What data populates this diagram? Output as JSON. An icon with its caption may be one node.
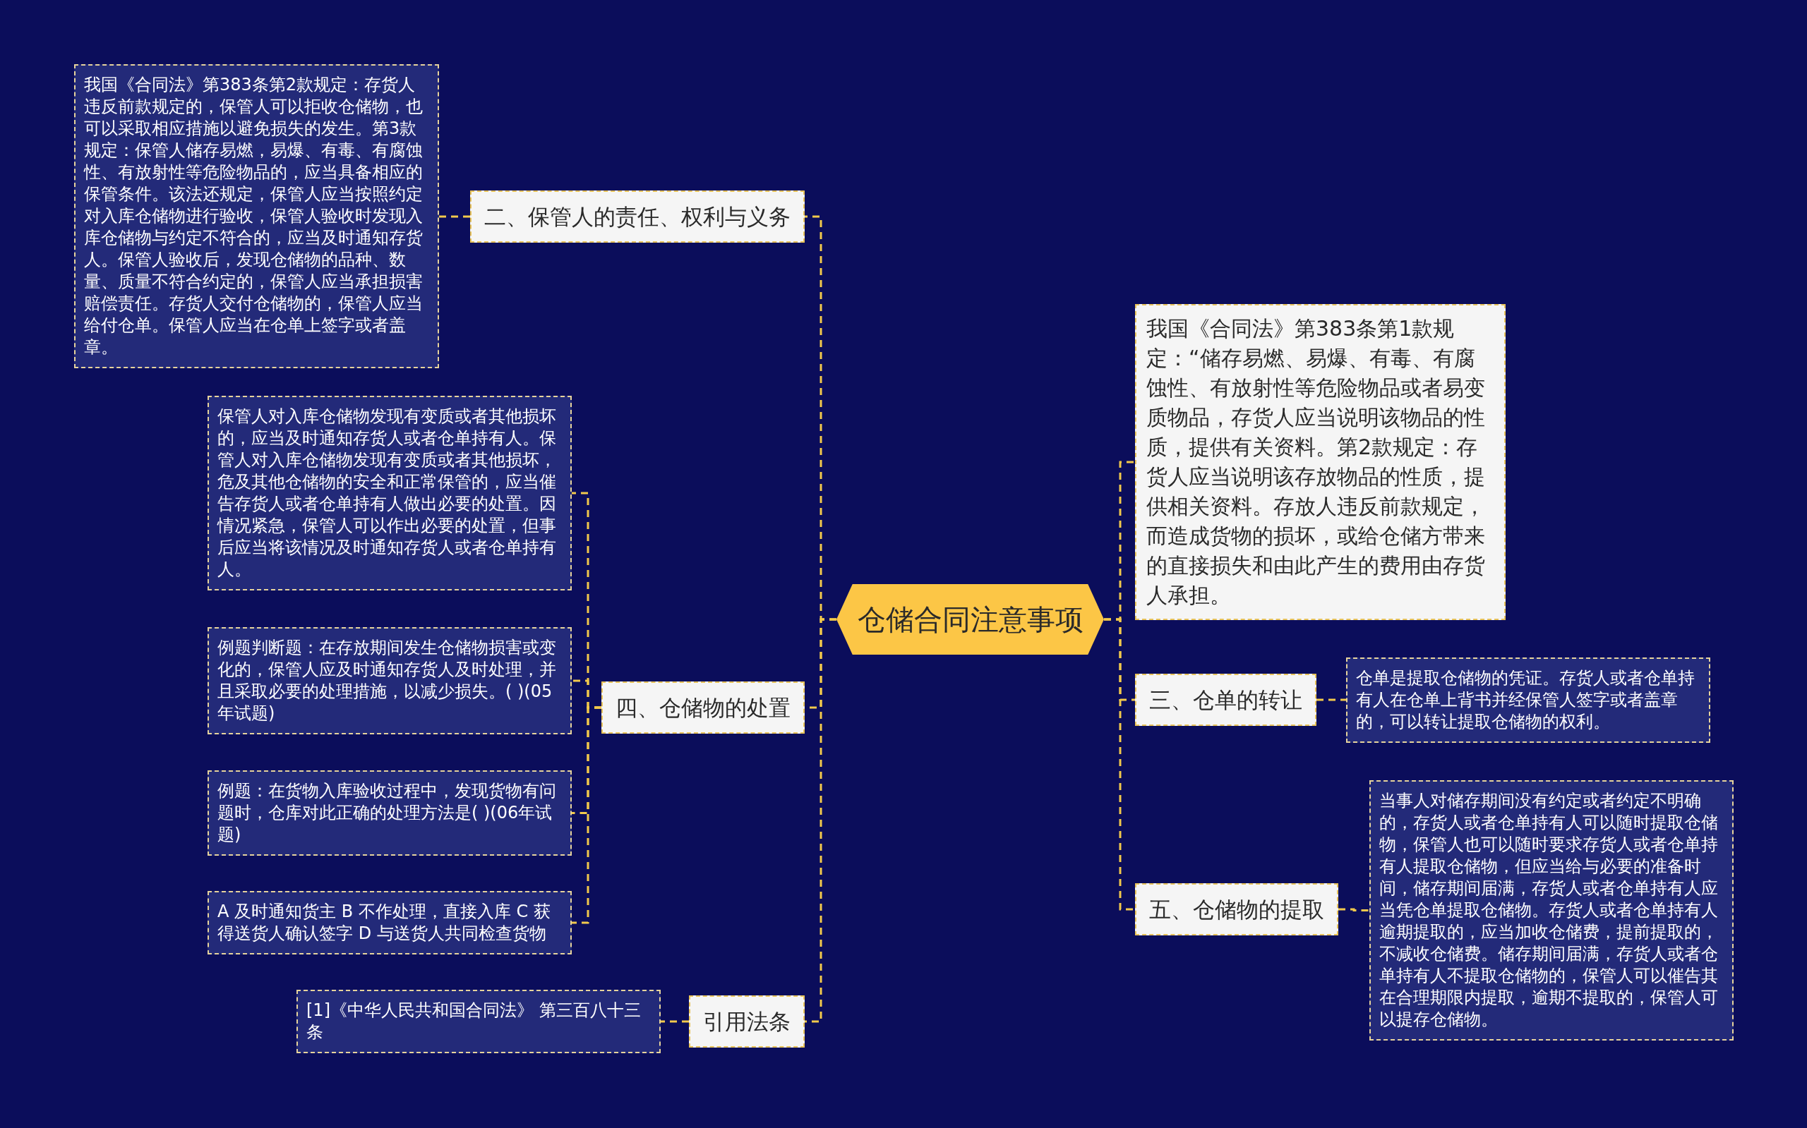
{
  "diagram": {
    "nodes": [
      {
        "text": [
          "仓储合同注意事项"
        ]
      },
      {
        "text": [
          "二、保管人的责任、权利与义务"
        ]
      },
      {
        "text": [
          "我国《合同法》第383条第2款规定：存货人违反前款规定的，保管人可以拒收仓储物，也可以采取相应措施以避免损失的发生。第3款规定：保管人储存易燃，易爆、有毒、有腐蚀性、有放射性等危险物品的，应当具备相应的保管条件。该法还规定，保管人应当按照约定对入库仓储物进行验收，保管人验收时发现入库仓储物与约定不符合的，应当及时通知存货人。保管人验收后，发现仓储物的品种、数量、质量不符合约定的，保管人应当承担损害赔偿责任。存货人交付仓储物的，保管人应当给付仓单。保管人应当在仓单上签字或者盖章。"
        ]
      },
      {
        "text": [
          "四、仓储物的处置"
        ]
      },
      {
        "text": [
          "保管人对入库仓储物发现有变质或者其他损坏的，应当及时通知存货人或者仓单持有人。保管人对入库仓储物发现有变质或者其他损坏，危及其他仓储物的安全和正常保管的，应当催告存货人或者仓单持有人做出必要的处置。因情况紧急，保管人可以作出必要的处置，但事后应当将该情况及时通知存货人或者仓单持有人。"
        ]
      },
      {
        "text": [
          "例题判断题：在存放期间发生仓储物损害或变化的，保管人应及时通知存货人及时处理，并且采取必要的处理措施，以减少损失。( )(05年试题)"
        ]
      },
      {
        "text": [
          "例题：在货物入库验收过程中，发现货物有问题时，仓库对此正确的处理方法是( )(06年试题)"
        ]
      },
      {
        "text": [
          "A 及时通知货主 B 不作处理，直接入库 C 获得送货人确认签字 D 与送货人共同检查货物"
        ]
      },
      {
        "text": [
          "引用法条"
        ]
      },
      {
        "text": [
          "[1]《中华人民共和国合同法》 第三百八十三条"
        ]
      },
      {
        "text": [
          "我国《合同法》第383条第1款规定：“储存易燃、易爆、有毒、有腐蚀性、有放射性等危险物品或者易变质物品，存货人应当说明该物品的性质，提供有关资料。第2款规定：存货人应当说明该存放物品的性质，提供相关资料。存放人违反前款规定，而造成货物的损坏，或给仓储方带来的直接损失和由此产生的费用由存货人承担。"
        ]
      },
      {
        "text": [
          "三、仓单的转让"
        ]
      },
      {
        "text": [
          "仓单是提取仓储物的凭证。存货人或者仓单持有人在仓单上背书并经保管人签字或者盖章的，可以转让提取仓储物的权利。"
        ]
      },
      {
        "text": [
          "五、仓储物的提取"
        ]
      },
      {
        "text": [
          "当事人对储存期间没有约定或者约定不明确的，存货人或者仓单持有人可以随时提取仓储物，保管人也可以随时要求存货人或者仓单持有人提取仓储物，但应当给与必要的准备时间，储存期间届满，存货人或者仓单持有人应当凭仓单提取仓储物。存货人或者仓单持有人逾期提取的，应当加收仓储费，提前提取的，不减收仓储费。储存期间届满，存货人或者仓单持有人不提取仓储物的，保管人可以催告其在合理期限内提取，逾期不提取的，保管人可以提存仓储物。"
        ]
      }
    ],
    "edges": [
      {
        "from": 0,
        "to": 1,
        "arrow": "none",
        "style": "dashed"
      },
      {
        "from": 1,
        "to": 2,
        "arrow": "none",
        "style": "dashed"
      },
      {
        "from": 0,
        "to": 3,
        "arrow": "none",
        "style": "dashed"
      },
      {
        "from": 3,
        "to": 4,
        "arrow": "none",
        "style": "dashed"
      },
      {
        "from": 3,
        "to": 5,
        "arrow": "none",
        "style": "dashed"
      },
      {
        "from": 3,
        "to": 6,
        "arrow": "none",
        "style": "dashed"
      },
      {
        "from": 3,
        "to": 7,
        "arrow": "none",
        "style": "dashed"
      },
      {
        "from": 0,
        "to": 8,
        "arrow": "none",
        "style": "dashed"
      },
      {
        "from": 8,
        "to": 9,
        "arrow": "none",
        "style": "dashed"
      },
      {
        "from": 0,
        "to": 10,
        "arrow": "none",
        "style": "dashed"
      },
      {
        "from": 0,
        "to": 11,
        "arrow": "none",
        "style": "dashed"
      },
      {
        "from": 11,
        "to": 12,
        "arrow": "none",
        "style": "dashed"
      },
      {
        "from": 0,
        "to": 13,
        "arrow": "none",
        "style": "dashed"
      },
      {
        "from": 13,
        "to": 14,
        "arrow": "none",
        "style": "dashed"
      }
    ]
  }
}
